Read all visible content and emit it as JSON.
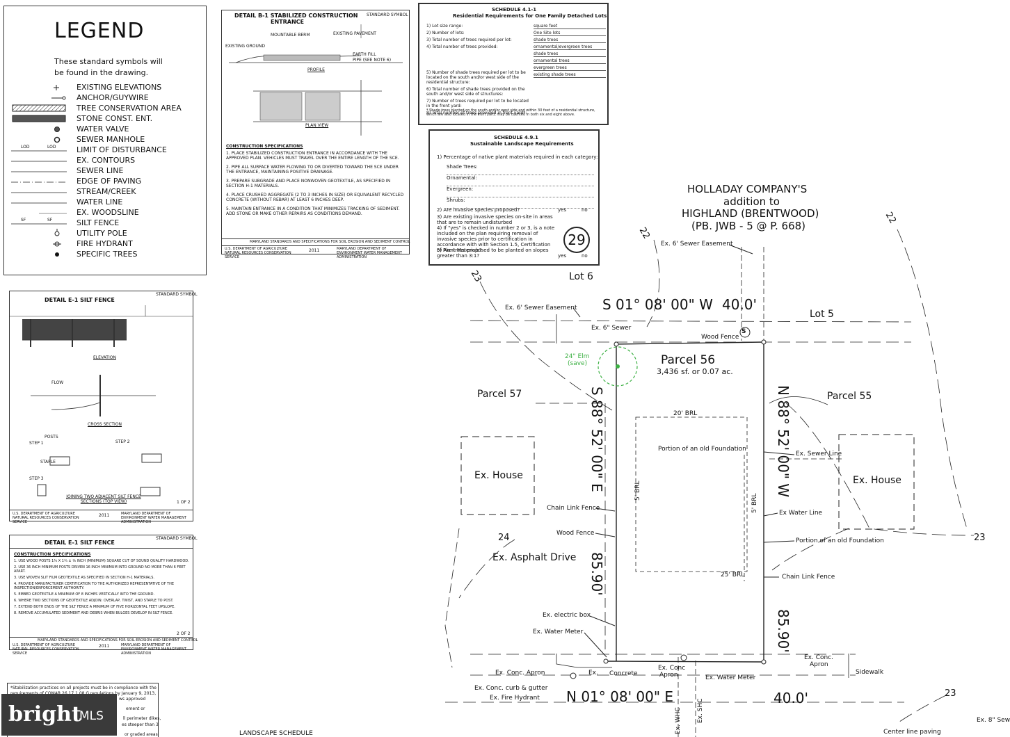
{
  "legend": {
    "title": "LEGEND",
    "subtitle_line1": "These standard symbols will",
    "subtitle_line2": "be found in the drawing.",
    "items": [
      {
        "label": "EXISTING ELEVATIONS",
        "sym": "plus"
      },
      {
        "label": "ANCHOR/GUYWIRE",
        "sym": "anchor"
      },
      {
        "label": "TREE CONSERVATION AREA",
        "sym": "hatch"
      },
      {
        "label": "STONE CONST. ENT.",
        "sym": "stone"
      },
      {
        "label": "WATER VALVE",
        "sym": "valve"
      },
      {
        "label": "SEWER MANHOLE",
        "sym": "manhole"
      },
      {
        "label": "LIMIT OF DISTURBANCE",
        "sym": "lod"
      },
      {
        "label": "EX. CONTOURS",
        "sym": "line"
      },
      {
        "label": "SEWER LINE",
        "sym": "line"
      },
      {
        "label": "EDGE OF PAVING",
        "sym": "dotline"
      },
      {
        "label": "STREAM/CREEK",
        "sym": "line"
      },
      {
        "label": "WATER LINE",
        "sym": "line"
      },
      {
        "label": "EX. WOODSLINE",
        "sym": "thin"
      },
      {
        "label": "SILT FENCE",
        "sym": "sf"
      },
      {
        "label": "UTILITY POLE",
        "sym": "pole"
      },
      {
        "label": "FIRE HYDRANT",
        "sym": "hydrant"
      },
      {
        "label": "SPECIFIC TREES",
        "sym": "dot"
      }
    ],
    "lod_text": "LOD",
    "sf_text": "SF"
  },
  "detail_b1": {
    "title_line1": "DETAIL B-1   STABILIZED CONSTRUCTION",
    "title_line2": "ENTRANCE",
    "std_symbol": "STANDARD SYMBOL",
    "profile": "PROFILE",
    "plan_view": "PLAN VIEW",
    "existing_pavement": "EXISTING PAVEMENT",
    "earth_fill": "EARTH FILL",
    "pipe": "PIPE (SEE NOTE 6)",
    "existing_ground": "EXISTING GROUND",
    "mountable_berm": "MOUNTABLE BERM",
    "spec_heading": "CONSTRUCTION SPECIFICATIONS",
    "specs": [
      "1. PLACE STABILIZED CONSTRUCTION ENTRANCE IN ACCORDANCE WITH THE APPROVED PLAN. VEHICLES MUST TRAVEL OVER THE ENTIRE LENGTH OF THE SCE.",
      "2. PIPE ALL SURFACE WATER FLOWING TO OR DIVERTED TOWARD THE SCE UNDER THE ENTRANCE, MAINTAINING POSITIVE DRAINAGE.",
      "3. PREPARE SUBGRADE AND PLACE NONWOVEN GEOTEXTILE, AS SPECIFIED IN SECTION H-1 MATERIALS.",
      "4. PLACE CRUSHED AGGREGATE (2 TO 3 INCHES IN SIZE) OR EQUIVALENT RECYCLED CONCRETE (WITHOUT REBAR) AT LEAST 6 INCHES DEEP.",
      "5. MAINTAIN ENTRANCE IN A CONDITION THAT MINIMIZES TRACKING OF SEDIMENT. ADD STONE OR MAKE OTHER REPAIRS AS CONDITIONS DEMAND."
    ],
    "footer_left": "U.S. DEPARTMENT OF AGRICULTURE NATURAL RESOURCES CONSERVATION SERVICE",
    "footer_year": "2011",
    "footer_right": "MARYLAND DEPARTMENT OF ENVIRONMENT WATER MANAGEMENT ADMINISTRATION",
    "footer_top": "MARYLAND STANDARDS AND SPECIFICATIONS FOR SOIL EROSION AND SEDIMENT CONTROL"
  },
  "schedule_411": {
    "title_line1": "SCHEDULE 4.1-1",
    "title_line2": "Residential Requirements for One Family Detached Lots",
    "rows": [
      "1)  Lot size range:",
      "2)  Number of lots:",
      "3)  Total number of trees required per lot:",
      "4)  Total number of trees provided:",
      "5) Number of shade trees required per lot to be located on the south and/or west side of the residential structure:",
      "6) Total number of shade trees provided on the south and/or west side of structures:",
      "7) Number of trees required per lot to be located in the front yard:",
      "8) Total number of trees provided in front yard*:"
    ],
    "right": [
      "square feet",
      "One Site   lots",
      "shade trees",
      "ornamental/evergreen trees",
      "shade trees",
      "ornamental trees",
      "evergreen trees",
      "existing shade trees"
    ],
    "footnote": "* Shade trees planted on the south and/or west side and within 30 feet of a residential structure, which are also located in the front yard, may be counted in both six and eight above."
  },
  "schedule_491": {
    "title_line1": "SCHEDULE 4.9.1",
    "title_line2": "Sustainable Landscape Requirements",
    "intro": "1) Percentage of native plant materials required in each category:",
    "categories": [
      "Shade Trees:",
      "Ornamental:",
      "Evergreen:",
      "Shrubs:"
    ],
    "q2": "2) Are invasive species proposed?",
    "q3": "3) Are existing invasive species on-site in areas that are to remain undisturbed",
    "q4": "4) If \"yes\" is checked in number 2 or 3, is a note included on the plan requiring removal of invasive species prior to certification in accordance with with Section 1.5, Certification of Plant Materials?",
    "q5": "5) Are trees proposed to be planted on slopes greater than 3:1?",
    "yes": "yes",
    "no": "no",
    "circle": "29"
  },
  "detail_e1a": {
    "title": "DETAIL E-1     SILT FENCE",
    "std_symbol": "STANDARD SYMBOL",
    "elevation": "ELEVATION",
    "cross_section": "CROSS SECTION",
    "joining": "JOINING TWO ADJACENT SILT FENCE SECTIONS (TOP VIEW)",
    "step1": "STEP 1",
    "step2": "STEP 2",
    "step3": "STEP 3",
    "posts": "POSTS",
    "staple": "STAPLE",
    "flow": "FLOW",
    "page": "1 OF 2",
    "footer_left": "U.S. DEPARTMENT OF AGRICULTURE NATURAL RESOURCES CONSERVATION SERVICE",
    "footer_year": "2011",
    "footer_right": "MARYLAND DEPARTMENT OF ENVIRONMENT WATER MANAGEMENT ADMINISTRATION"
  },
  "detail_e1b": {
    "title": "DETAIL E-1     SILT FENCE",
    "std_symbol": "STANDARD SYMBOL",
    "spec_heading": "CONSTRUCTION SPECIFICATIONS",
    "specs": [
      "1. USE WOOD POSTS 1¾ X 1¾ ± ⅛ INCH (MINIMUM) SQUARE CUT OF SOUND QUALITY HARDWOOD.",
      "2. USE 36 INCH MINIMUM POSTS DRIVEN 16 INCH MINIMUM INTO GROUND NO MORE THAN 6 FEET APART.",
      "3. USE WOVEN SLIT FILM GEOTEXTILE AS SPECIFIED IN SECTION H-1 MATERIALS.",
      "4. PROVIDE MANUFACTURER CERTIFICATION TO THE AUTHORIZED REPRESENTATIVE OF THE INSPECTION/ENFORCEMENT AUTHORITY.",
      "5. EMBED GEOTEXTILE A MINIMUM OF 8 INCHES VERTICALLY INTO THE GROUND.",
      "6. WHERE TWO SECTIONS OF GEOTEXTILE ADJOIN: OVERLAP, TWIST, AND STAPLE TO POST.",
      "7. EXTEND BOTH ENDS OF THE SILT FENCE A MINIMUM OF FIVE HORIZONTAL FEET UPSLOPE.",
      "8. REMOVE ACCUMULATED SEDIMENT AND DEBRIS WHEN BULGES DEVELOP IN SILT FENCE."
    ],
    "page": "2 OF 2",
    "footer_top": "MARYLAND STANDARDS AND SPECIFICATIONS FOR SOIL EROSION AND SEDIMENT CONTROL",
    "footer_left": "U.S. DEPARTMENT OF AGRICULTURE NATURAL RESOURCES CONSERVATION SERVICE",
    "footer_year": "2011",
    "footer_right": "MARYLAND DEPARTMENT OF ENVIRONMENT WATER MANAGEMENT ADMINISTRATION"
  },
  "note_box": {
    "line1": "*Stabilization practices on all projects must be in compliance with the",
    "line2": "requirements of COMAR 26.17.1.08 G regulations by January 9, 2013,",
    "line3": "ws approved",
    "line4": "ement or",
    "line5": "ll perimeter dikes,",
    "line6": "es steeper than 3",
    "line7": "or graded areas"
  },
  "logo": {
    "brand": "bright",
    "mls": "MLS"
  },
  "plat": {
    "title_line1": "HOLLADAY COMPANY'S",
    "title_line2": "addition to",
    "title_line3": "HIGHLAND (BRENTWOOD)",
    "title_line4": "(PB. JWB - 5 @ P. 668)",
    "lot6": "Lot 6",
    "lot5": "Lot 5",
    "bearing_top": "S 01° 08' 00\" W",
    "dist_top": "40.0'",
    "bearing_bottom": "N 01° 08' 00\" E",
    "dist_bottom": "40.0'",
    "bearing_left": "S 88° 52' 00\" E",
    "dist_left": "85.90'",
    "bearing_right": "N 88° 52' 00\" W",
    "dist_right": "85.90'",
    "parcel56": "Parcel 56",
    "parcel56_area": "3,436 sf. or 0.07 ac.",
    "parcel57": "Parcel 57",
    "parcel55": "Parcel 55",
    "ex_house_left": "Ex. House",
    "ex_house_right": "Ex. House",
    "asphalt": "Ex. Asphalt Drive",
    "brl20": "20' BRL",
    "brl25": "25' BRL",
    "brl5_left": "5' BRL",
    "brl5_right": "5' BRL",
    "elm": "24\" Elm",
    "elm_save": "(save)",
    "sewer_easement_top": "Ex. 6' Sewer Easement",
    "sewer_easement": "Ex. 6' Sewer Easement",
    "ex_sewer": "Ex. 6\" Sewer",
    "wood_fence_top": "Wood Fence",
    "foundation_top": "Portion of an old Foundation",
    "foundation_right": "Portion of an old Foundation",
    "ex_sewer_line": "Ex. Sewer Line",
    "ex_water_line": "Ex Water Line",
    "chain_link_left": "Chain Link Fence",
    "wood_fence_left": "Wood Fence",
    "chain_link_right": "Chain Link Fence",
    "electric_box": "Ex. electric box",
    "water_meter_left": "Ex. Water Meter",
    "conc_apron_left": "Ex. Conc. Apron",
    "ex": "Ex.",
    "concrete": "Concrete",
    "conc_apron_mid_1": "Ex. Conc",
    "conc_apron_mid_2": "Apron",
    "water_meter_right": "Ex. Water Meter",
    "conc_apron_right_1": "Ex. Conc.",
    "conc_apron_right_2": "Apron",
    "sidewalk": "Sidewalk",
    "curb_gutter": "Ex. Conc. curb & gutter",
    "fire_hydrant": "Ex. Fire Hydrant",
    "whc": "Ex. WHC",
    "shc": "Ex. SHC",
    "center_line": "Center line paving",
    "ex8sew": "Ex. 8\" Sew",
    "landscape_schedule": "LANDSCAPE SCHEDULE",
    "contour22a": "22",
    "contour22b": "22",
    "contour23a": "23",
    "contour23b": "23",
    "contour23c": "23",
    "contour24": "24",
    "sewer_symbol": "S",
    "colors": {
      "tree": "#3cb043",
      "line": "#222222"
    }
  }
}
